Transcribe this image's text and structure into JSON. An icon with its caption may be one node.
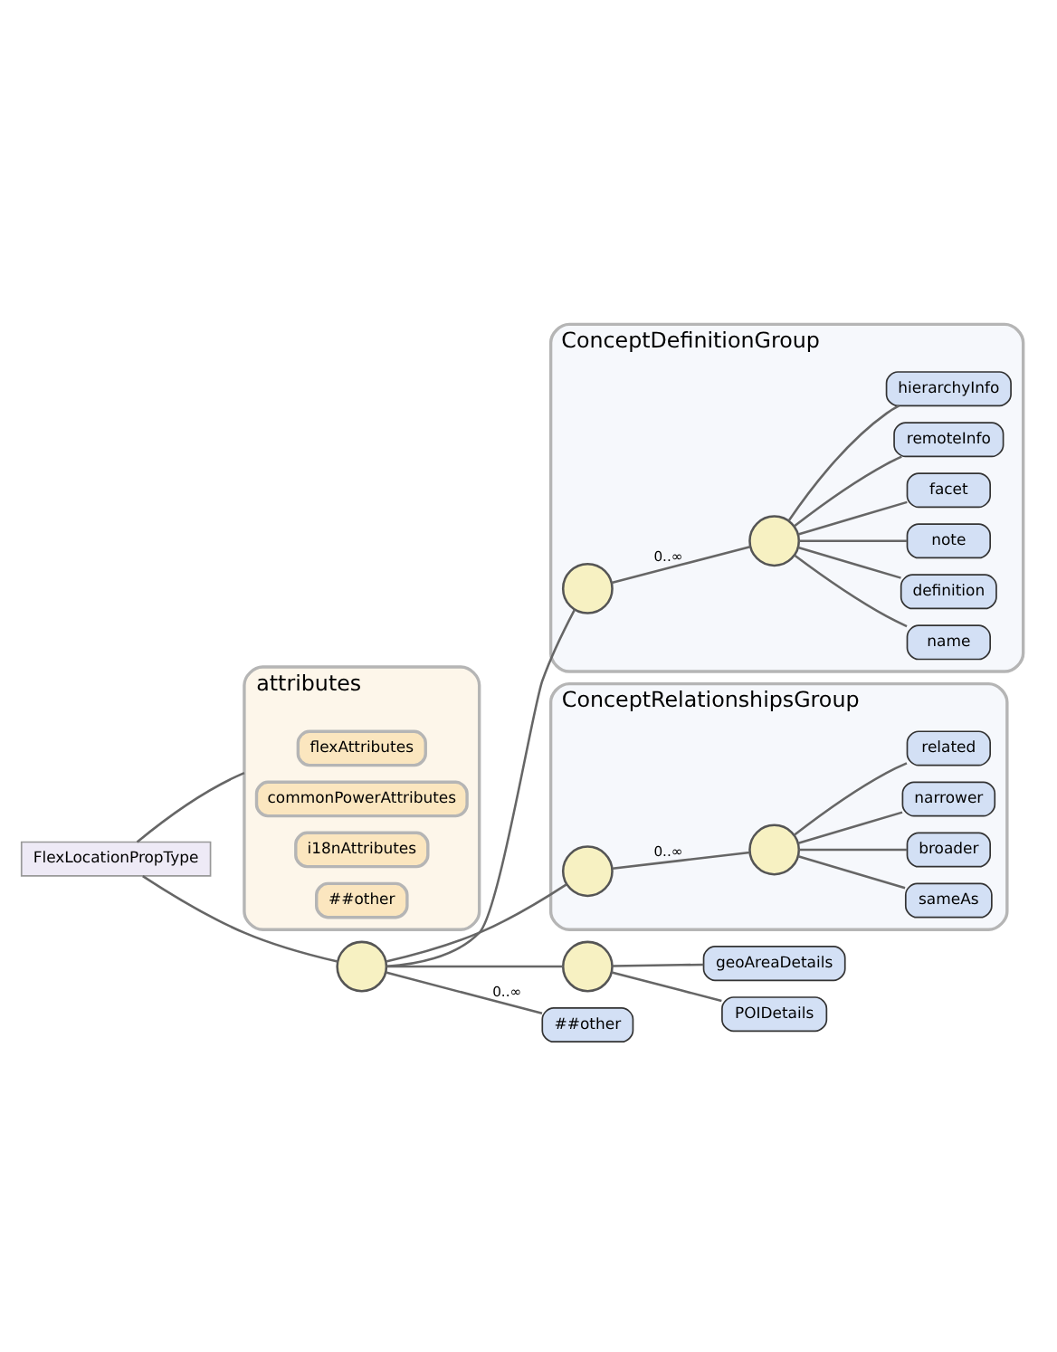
{
  "diagram": {
    "nodes": [
      {
        "text": [
          "FlexLocationPropType"
        ]
      },
      {
        "text": [
          "attributes"
        ]
      },
      {
        "text": [
          "flexAttributes"
        ],
        "in": 1
      },
      {
        "text": [
          "commonPowerAttributes"
        ],
        "in": 1
      },
      {
        "text": [
          "i18nAttributes"
        ],
        "in": 1
      },
      {
        "text": [
          "##other"
        ],
        "in": 1
      },
      {
        "text": [],
        "shape": "circle"
      },
      {
        "text": [
          "ConceptDefinitionGroup"
        ]
      },
      {
        "text": [],
        "shape": "circle",
        "in": 7
      },
      {
        "text": [],
        "shape": "circle",
        "in": 7
      },
      {
        "text": [
          "name"
        ],
        "in": 7
      },
      {
        "text": [
          "definition"
        ],
        "in": 7
      },
      {
        "text": [
          "note"
        ],
        "in": 7
      },
      {
        "text": [
          "facet"
        ],
        "in": 7
      },
      {
        "text": [
          "remoteInfo"
        ],
        "in": 7
      },
      {
        "text": [
          "hierarchyInfo"
        ],
        "in": 7
      },
      {
        "text": [
          "ConceptRelationshipsGroup"
        ]
      },
      {
        "text": [],
        "shape": "circle",
        "in": 16
      },
      {
        "text": [],
        "shape": "circle",
        "in": 16
      },
      {
        "text": [
          "sameAs"
        ],
        "in": 16
      },
      {
        "text": [
          "broader"
        ],
        "in": 16
      },
      {
        "text": [
          "narrower"
        ],
        "in": 16
      },
      {
        "text": [
          "related"
        ],
        "in": 16
      },
      {
        "text": [],
        "shape": "circle"
      },
      {
        "text": [
          "geoAreaDetails"
        ]
      },
      {
        "text": [
          "POIDetails"
        ]
      },
      {
        "text": [
          "##other"
        ]
      }
    ],
    "edges": [
      {
        "from": 0,
        "to": 1,
        "arrow": "none"
      },
      {
        "from": 0,
        "to": 6,
        "arrow": "none"
      },
      {
        "from": 6,
        "to": 8,
        "arrow": "none"
      },
      {
        "from": 8,
        "to": 9,
        "arrow": "none",
        "label": "0..∞"
      },
      {
        "from": 9,
        "to": 10,
        "arrow": "none"
      },
      {
        "from": 9,
        "to": 11,
        "arrow": "none"
      },
      {
        "from": 9,
        "to": 12,
        "arrow": "none"
      },
      {
        "from": 9,
        "to": 13,
        "arrow": "none"
      },
      {
        "from": 9,
        "to": 14,
        "arrow": "none"
      },
      {
        "from": 9,
        "to": 15,
        "arrow": "none"
      },
      {
        "from": 6,
        "to": 17,
        "arrow": "none"
      },
      {
        "from": 17,
        "to": 18,
        "arrow": "none",
        "label": "0..∞"
      },
      {
        "from": 18,
        "to": 19,
        "arrow": "none"
      },
      {
        "from": 18,
        "to": 20,
        "arrow": "none"
      },
      {
        "from": 18,
        "to": 21,
        "arrow": "none"
      },
      {
        "from": 18,
        "to": 22,
        "arrow": "none"
      },
      {
        "from": 6,
        "to": 23,
        "arrow": "none"
      },
      {
        "from": 23,
        "to": 24,
        "arrow": "none"
      },
      {
        "from": 23,
        "to": 25,
        "arrow": "none"
      },
      {
        "from": 6,
        "to": 26,
        "arrow": "none",
        "label": "0..∞"
      }
    ]
  }
}
